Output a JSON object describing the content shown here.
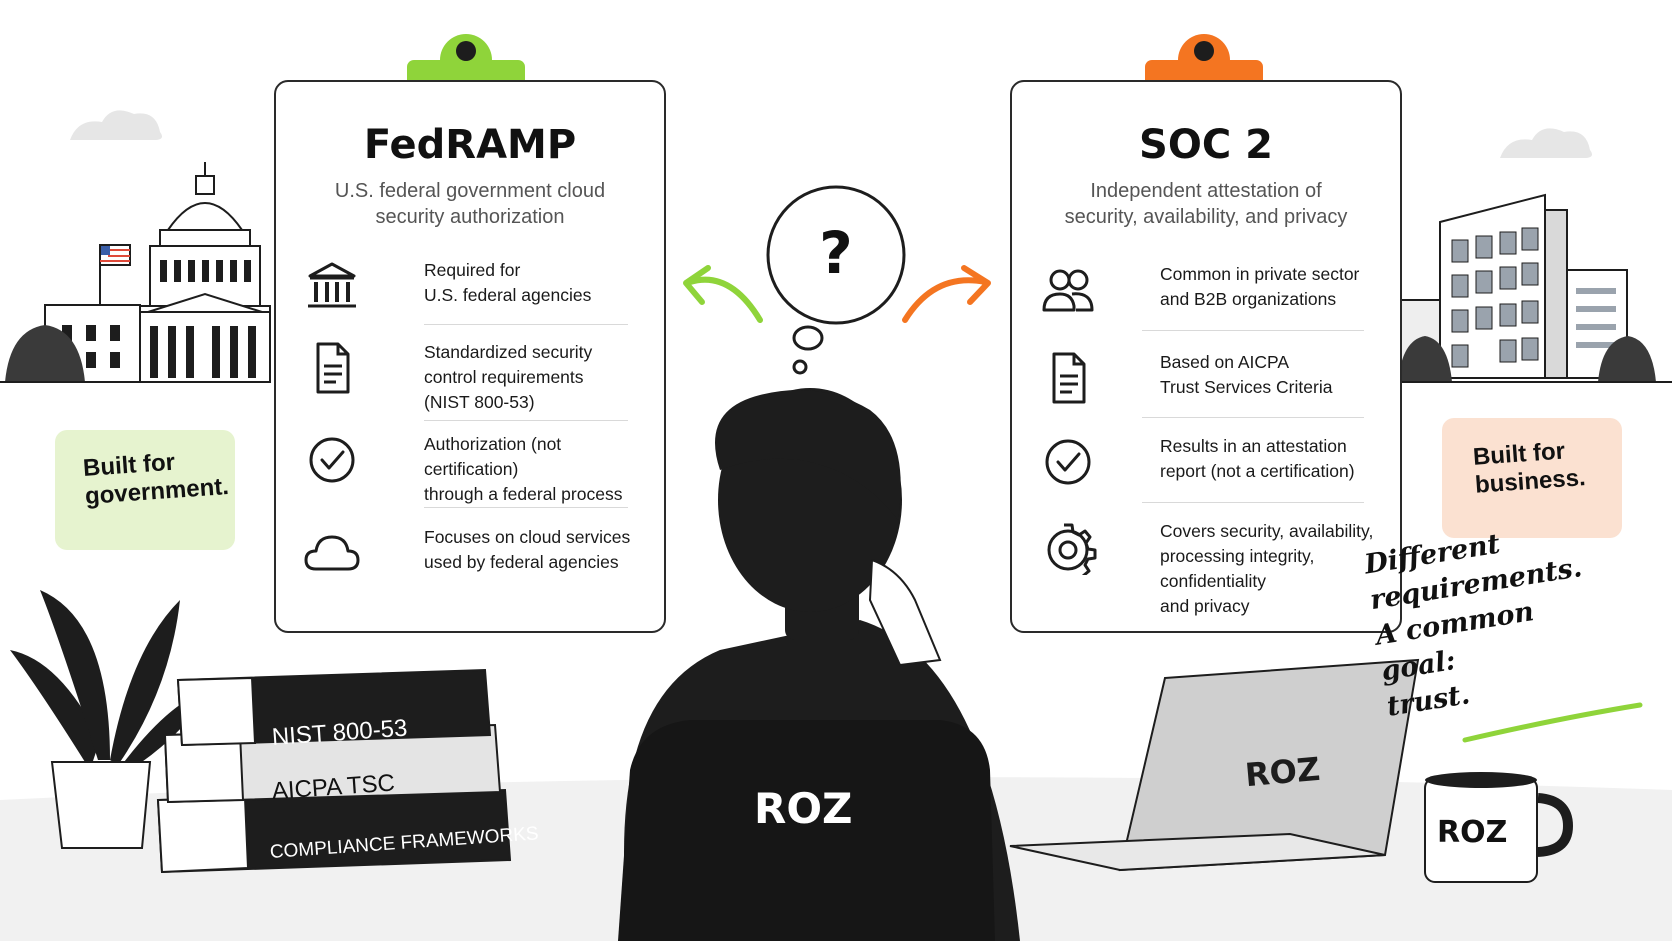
{
  "colors": {
    "green": "#8fd43a",
    "orange": "#f47521",
    "note_green": "#e6f3cf",
    "note_orange": "#fbe1d1",
    "ink": "#1d1d1d"
  },
  "fedramp": {
    "title": "FedRAMP",
    "subtitle": "U.S. federal government cloud\nsecurity authorization",
    "rows": [
      {
        "icon": "federal-building-icon",
        "text": "Required for\nU.S. federal agencies"
      },
      {
        "icon": "document-icon",
        "text": "Standardized security\ncontrol requirements\n(NIST 800-53)"
      },
      {
        "icon": "check-circle-icon",
        "text": "Authorization (not certification)\nthrough a federal process"
      },
      {
        "icon": "cloud-icon",
        "text": "Focuses on cloud services\nused by federal agencies"
      }
    ]
  },
  "soc2": {
    "title": "SOC 2",
    "subtitle": "Independent attestation of\nsecurity, availability, and privacy",
    "rows": [
      {
        "icon": "users-icon",
        "text": "Common in private sector\nand B2B organizations"
      },
      {
        "icon": "document-icon",
        "text": "Based on AICPA\nTrust Services Criteria"
      },
      {
        "icon": "check-circle-icon",
        "text": "Results in an attestation\nreport (not a certification)"
      },
      {
        "icon": "gear-icon",
        "text": "Covers security, availability,\nprocessing integrity, confidentiality\nand privacy"
      }
    ]
  },
  "notes": {
    "government": "Built for\ngovernment.",
    "business": "Built for\nbusiness.",
    "handwritten": "Different\nrequirements.\nA common goal:\ntrust."
  },
  "thought": {
    "symbol": "?"
  },
  "books": [
    "NIST 800-53",
    "AICPA TSC",
    "COMPLIANCE FRAMEWORKS"
  ],
  "brand": {
    "chair": "ROZ",
    "laptop": "ROZ",
    "mug": "ROZ"
  }
}
